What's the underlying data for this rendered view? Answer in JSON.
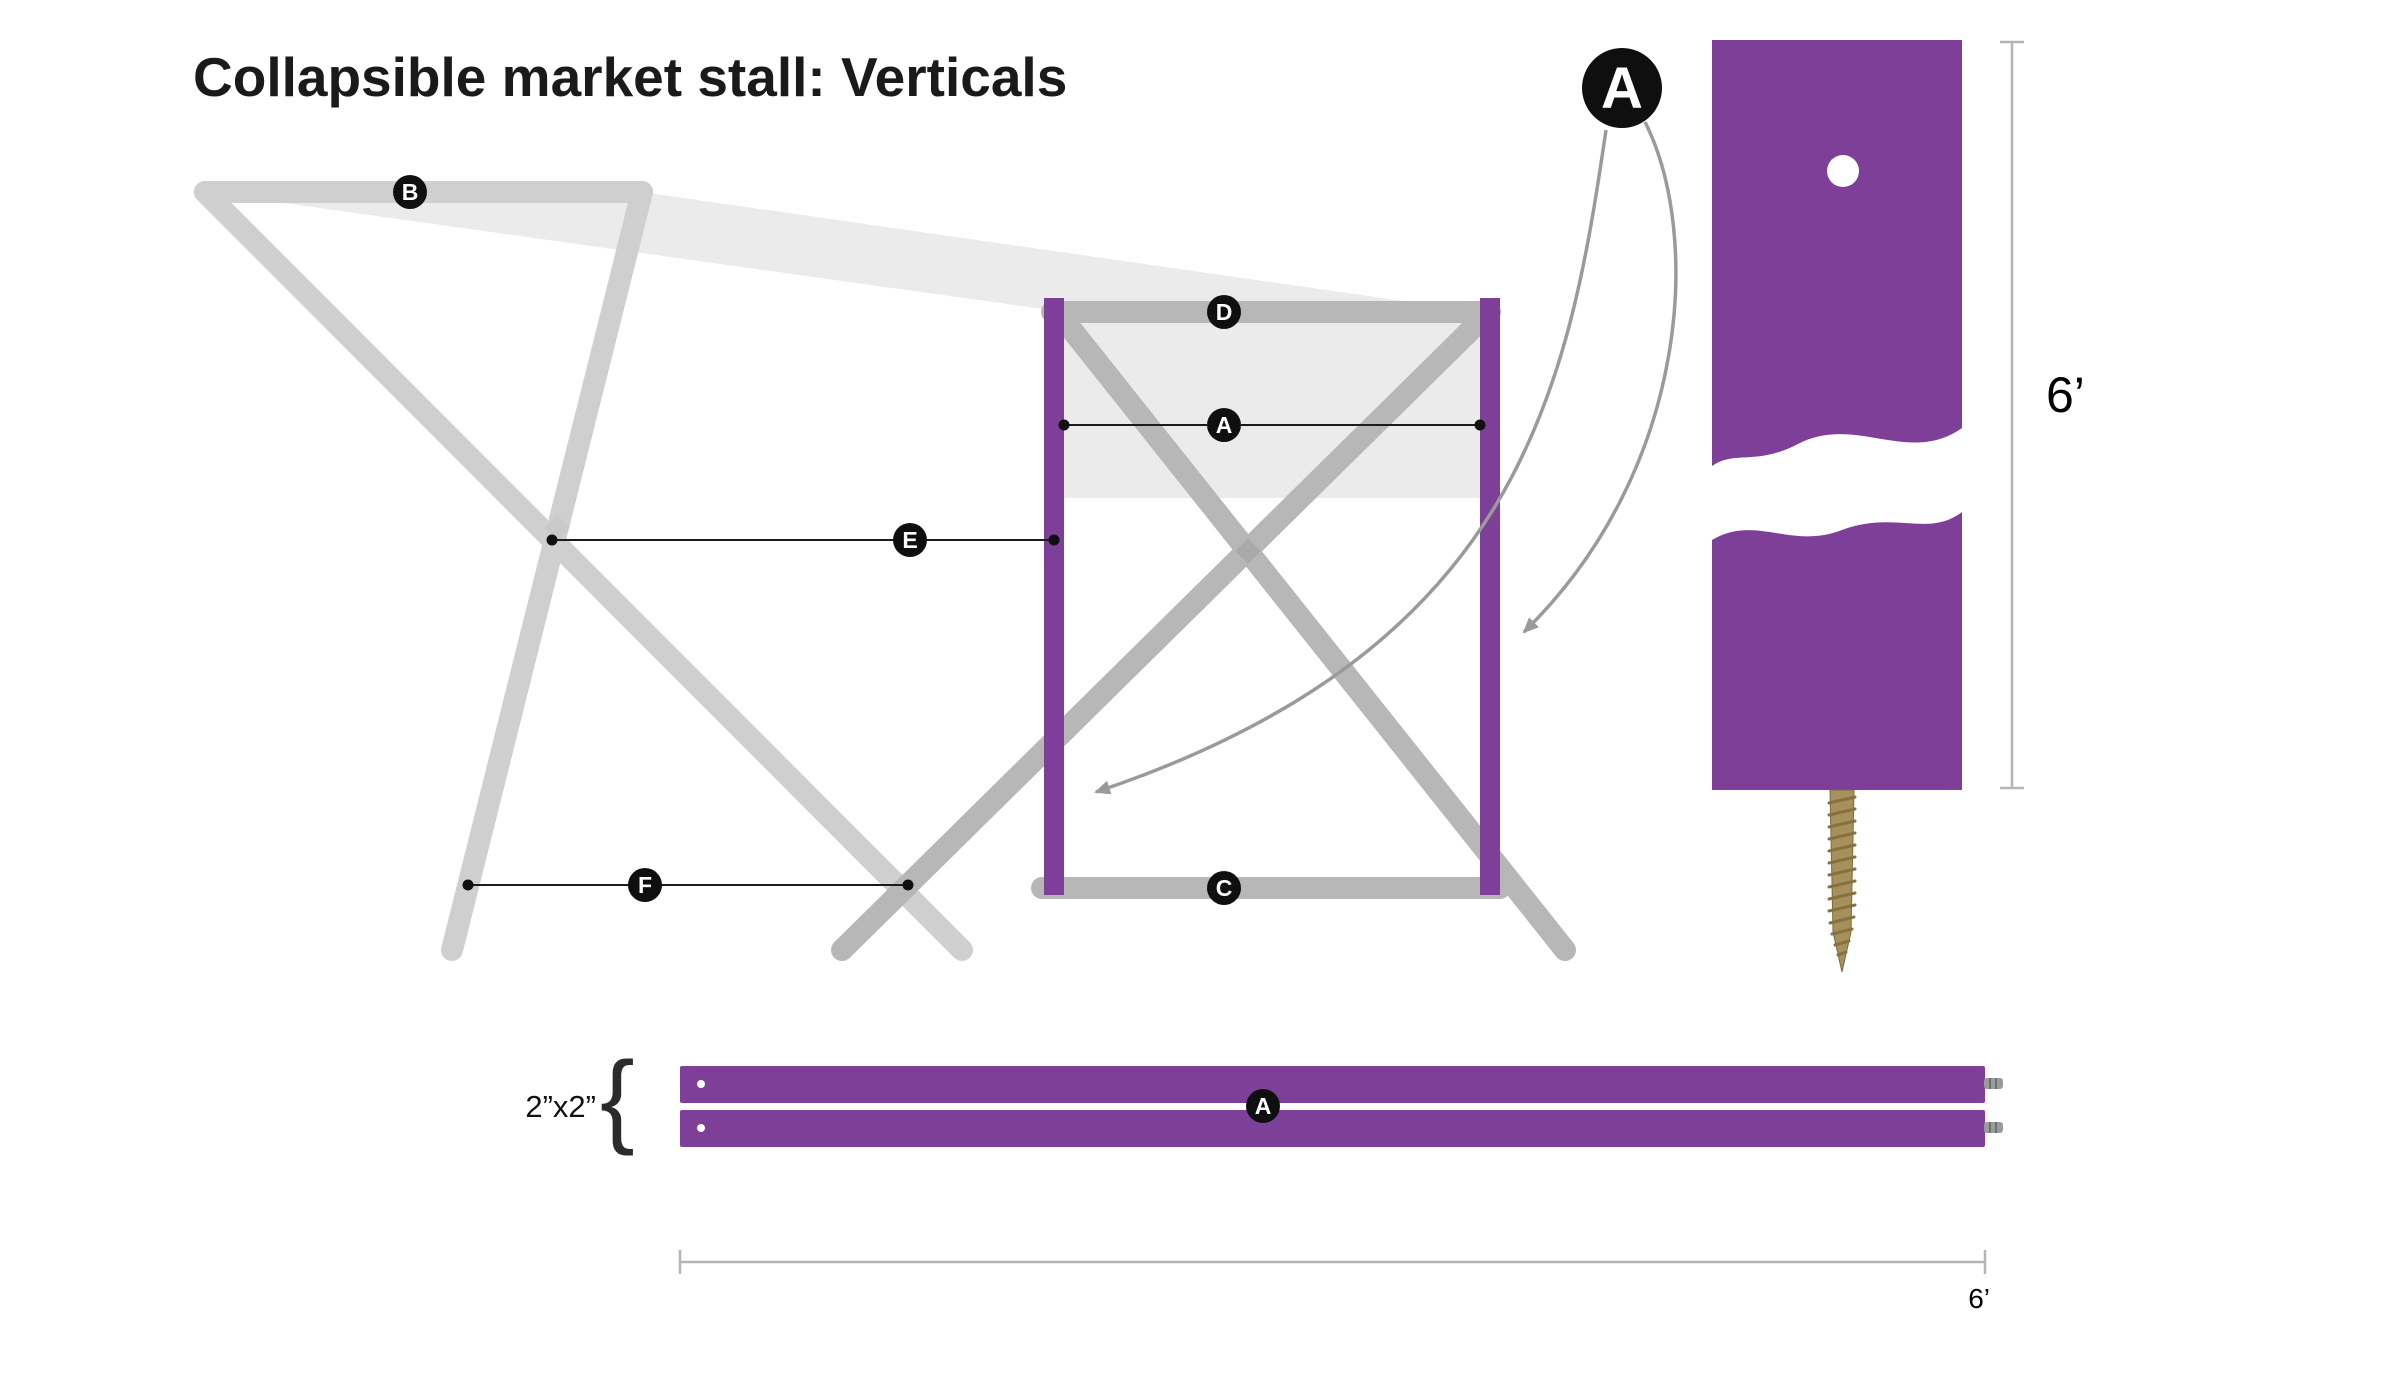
{
  "title": "Collapsible market stall: Verticals",
  "badges": {
    "a": "A",
    "b": "B",
    "c": "C",
    "d": "D",
    "e": "E",
    "f": "F"
  },
  "callout": {
    "label": "A"
  },
  "detail": {
    "height": "6’"
  },
  "bottom_view": {
    "label": "A",
    "size": "2”x2”",
    "brace": "{",
    "length": "6’"
  },
  "colors": {
    "purple": "#7d3f98",
    "back-gray": "#cfcfcf",
    "front-gray": "#b7b7b7",
    "shade": "#ebebeb",
    "badge-bg": "#0f0f0f",
    "arrow-gray": "#9a9a9a",
    "dim-gray": "#b5b5b5",
    "screw-tan": "#a6915c",
    "screw-dark": "#86713f",
    "ink": "#1a1a1a"
  }
}
